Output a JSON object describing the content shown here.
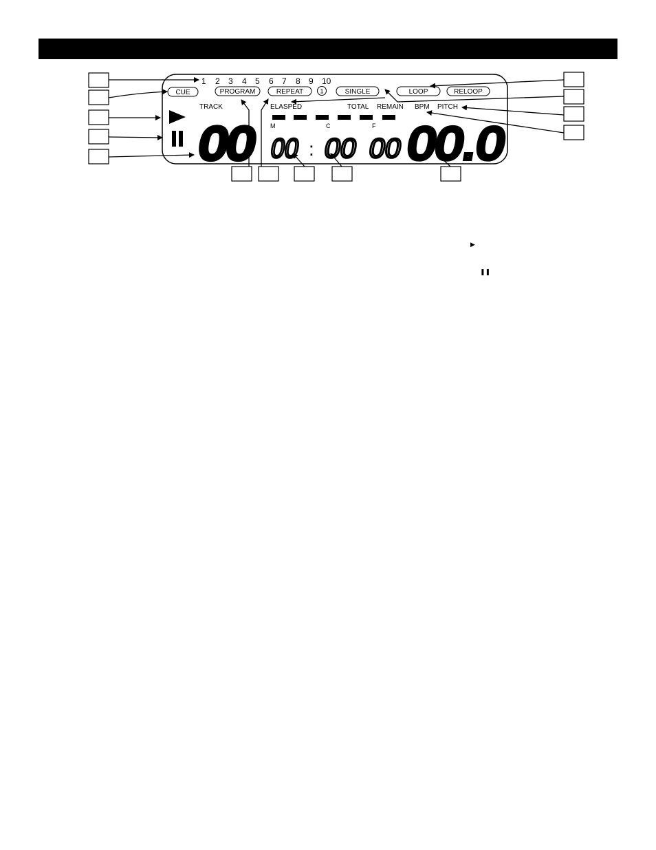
{
  "header": {
    "title": ""
  },
  "display": {
    "track_numbers": [
      "1",
      "2",
      "3",
      "4",
      "5",
      "6",
      "7",
      "8",
      "9",
      "10"
    ],
    "pills": {
      "cue": "CUE",
      "program": "PROGRAM",
      "repeat": "REPEAT",
      "repeat_one": "1",
      "single": "SINGLE",
      "loop": "LOOP",
      "reloop": "RELOOP"
    },
    "labels": {
      "track": "TRACK",
      "elapsed": "ELASPED",
      "total": "TOTAL",
      "remain": "REMAIN",
      "bpm": "BPM",
      "pitch": "PITCH",
      "minutes": "M",
      "seconds": "C",
      "frames": "F"
    },
    "digits": {
      "track": "00",
      "minutes": "00",
      "colon": ":",
      "seconds": "00",
      "frames": "00",
      "pitch": "00.0"
    },
    "icons": {
      "play": "play-icon",
      "pause": "pause-icon"
    }
  },
  "colors": {
    "ink": "#000000",
    "paper": "#ffffff"
  }
}
